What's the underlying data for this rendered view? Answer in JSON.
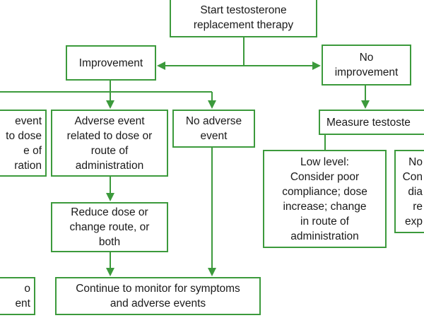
{
  "flowchart": {
    "start": [
      "Start testosterone",
      "replacement therapy"
    ],
    "improvement": [
      "Improvement"
    ],
    "no_improvement": [
      "No",
      "improvement"
    ],
    "adverse_left_cut": [
      "event",
      "to dose",
      "e of",
      "ration"
    ],
    "adverse_related": [
      "Adverse event",
      "related to dose or",
      "route of",
      "administration"
    ],
    "no_adverse": [
      "No adverse",
      "event"
    ],
    "measure": [
      "Measure testoste"
    ],
    "low_level": [
      "Low level:",
      "Consider poor",
      "compliance; dose",
      "increase; change",
      "in route of",
      "administration"
    ],
    "right_cut": [
      "No",
      "Con",
      "dia",
      "re",
      "exp"
    ],
    "reduce": [
      "Reduce dose or",
      "change route, or",
      "both"
    ],
    "continue": [
      "Continue to monitor for symptoms",
      "and adverse events"
    ],
    "bottom_left_cut": [
      "o",
      "ent"
    ]
  },
  "colors": {
    "border": "#3c9a3c",
    "text": "#1a1a1a",
    "background": "#ffffff"
  }
}
